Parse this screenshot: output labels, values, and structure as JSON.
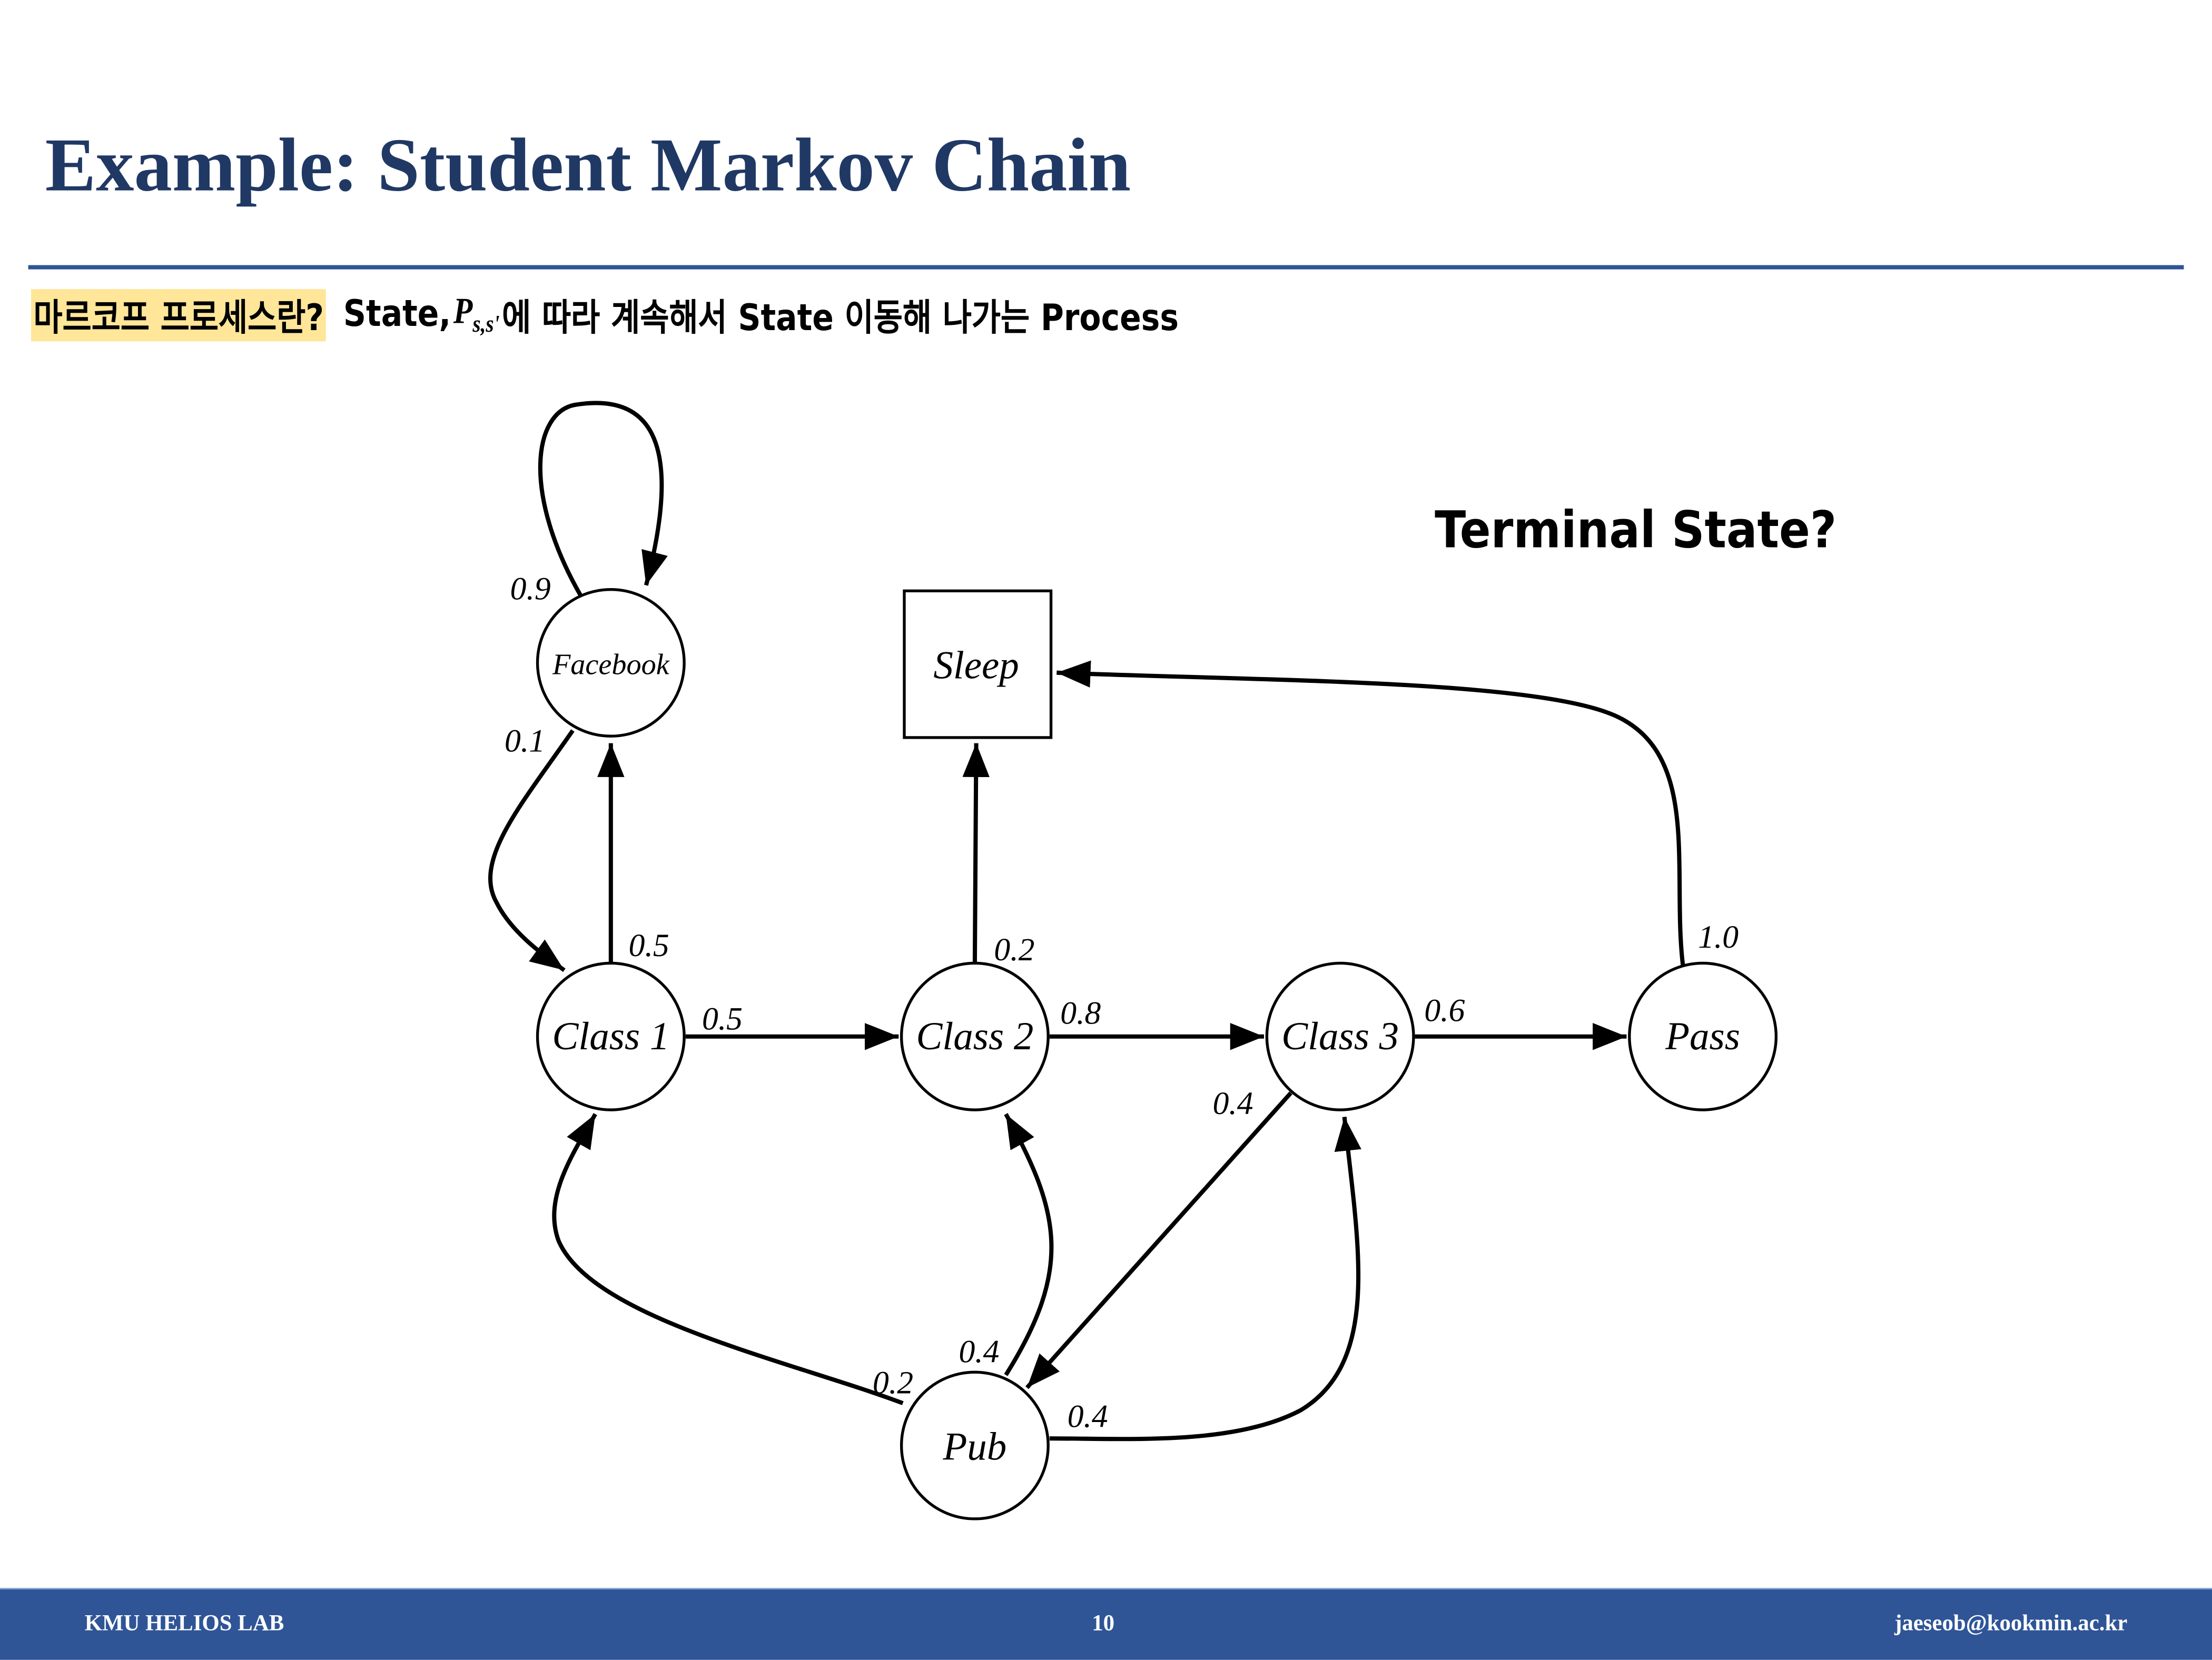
{
  "title": "Example: Student Markov Chain",
  "subtitle": {
    "highlight": "마르코프 프로세스란?",
    "text_before": "State,",
    "symbol": "P",
    "symbol_sub": "s,s'",
    "text_after": "에 따라 계속해서 State 이동해 나가는 Process"
  },
  "annotation": "Terminal State?",
  "diagram": {
    "nodes": {
      "facebook": "Facebook",
      "sleep": "Sleep",
      "class1": "Class 1",
      "class2": "Class 2",
      "class3": "Class 3",
      "pass": "Pass",
      "pub": "Pub"
    },
    "edges": {
      "facebook_facebook": "0.9",
      "facebook_class1": "0.1",
      "class1_facebook": "0.5",
      "class1_class2": "0.5",
      "class2_sleep": "0.2",
      "class2_class3": "0.8",
      "class3_pass": "0.6",
      "class3_pub": "0.4",
      "pass_sleep": "1.0",
      "pub_class1": "0.2",
      "pub_class2": "0.4",
      "pub_class3": "0.4"
    }
  },
  "footer": {
    "lab": "KMU HELIOS LAB",
    "page": "10",
    "email": "jaeseob@kookmin.ac.kr"
  }
}
